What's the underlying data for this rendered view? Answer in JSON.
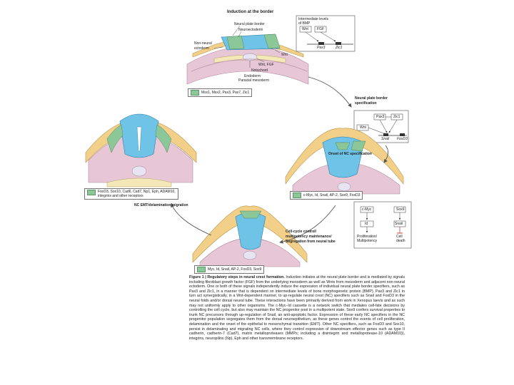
{
  "colors": {
    "epidermis": "#f2d08a",
    "neural": "#6fc3e6",
    "mesoderm": "#e7c7d6",
    "endoderm": "#f4e7b8",
    "notochord": "#e9e4f1",
    "nc_green": "#8cc79a",
    "arrow": "#555555"
  },
  "panel1": {
    "title": "Induction at the border",
    "labels": {
      "neural_plate_border": "Neural plate border",
      "neuroectoderm": "Neuroectoderm",
      "non_neural_ectoderm_1": "Non-neural",
      "non_neural_ectoderm_2": "ectoderm",
      "wnt": "Wnt",
      "wnt_fgf": "Wnt, FGF",
      "notochord": "Notochord",
      "endoderm": "Endoderm",
      "paraxial_mesoderm": "Paraxial mesoderm"
    },
    "bmp_box": {
      "title_1": "Intermediate levels",
      "title_2": "of BMP",
      "wnt": "Wnt",
      "fgf": "FGF",
      "pax3": "Pax3",
      "zic1": "Zic1"
    },
    "legend": "Msx1, Msx2, Pax3, Pax7, Zic1"
  },
  "panel2": {
    "title_1": "Neural plate border",
    "title_2": "specification",
    "box": {
      "pax3": "Pax3",
      "zic1": "Zic1",
      "wnt": "Wnt",
      "snail": "Snail",
      "foxd3": "FoxD3"
    }
  },
  "panel3": {
    "title": "Onset of NC specification",
    "legend": "c-Myc, Id, Snail, AP-2, Sox9, FoxD3",
    "box": {
      "cmyc": "c-Myc",
      "sox9": "Sox9",
      "id": "Id",
      "snail": "Snail",
      "prolif_1": "Proliferation/",
      "prolif_2": "Multipotency",
      "death_1": "Cell",
      "death_2": "death"
    }
  },
  "panel_left": {
    "legend_1": "FoxD3, Sox10, Cad6, Cad7, Np1, Eph, ADAM10,",
    "legend_2": "integrins and other receptors",
    "title": "NC EMT/delamination/migration"
  },
  "panel4": {
    "side_1": "Cell-cycle control/",
    "side_2": "multipotency maintenance/",
    "side_3": "Segregation from neural tube",
    "legend": "Myc, Id, Snail, AP-2, FoxD3, Sox9"
  },
  "caption": {
    "lead": "Figure 1 | Regulatory steps in neural crest formation.",
    "body": "Induction initiates at the neural plate border and is mediated by signals including fibroblast growth factor (FGF) from the underlying mesoderm as well as Wnts from mesoderm and adjacent non-neural ectoderm. One or both of these signals independently induce the expression of individual neural plate border specifiers, such as Pax3 and Zic1, in a manner that is dependent on intermediate levels of bone morphogenetic protein (BMP). Pax3 and Zic1 in turn act synergistically, in a Wnt-dependent manner, to up-regulate neural crest (NC) specifiers such as Snail and FoxD3 in the neural folds and/or dorsal neural tube. These interactions have been primarily derived from work in Xenopus laevis and as such may not uniformly apply to other organisms. The c-Myc–Id cassette is a network switch that mediates cell-fate decisions by controlling the cell cycle, but also may maintain the NC progenitor pool in a multipotent state. Sox9 confers survival properties to trunk NC precursors through up-regulation of Snail, an anti-apoptotic factor. Expression of these early NC specifiers in the NC progenitor population segregates them from the dorsal neuroepithelium, as these genes control the events of cell proliferation, delamination and the onset of the epithelial to mesenchymal transition (EMT). Other NC specifiers, such as FoxD3 and Sox10, persist in delaminating and migrating NC cells, where they control expression of downstream effector genes such as type II cadherin, cadherin-7 (Cad7), matrix metalloproteases (MMPs; including a disintegrin and metalloprotease-10 (ADAM10)), integrins, neuropilins (Np), Eph and other transmembrane receptors."
  }
}
